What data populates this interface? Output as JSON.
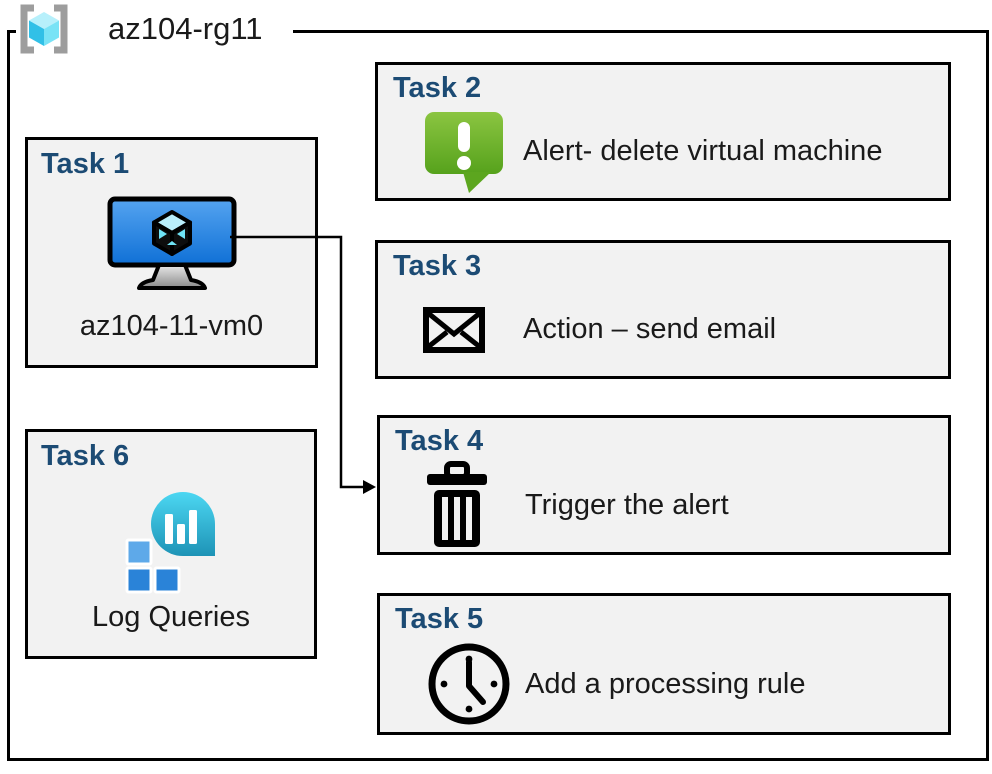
{
  "resource_group": {
    "name": "az104-rg11",
    "icon": "resource-group-icon"
  },
  "tasks": [
    {
      "title": "Task 1",
      "label": "az104-11-vm0",
      "icon": "virtual-machine-icon"
    },
    {
      "title": "Task 2",
      "label": "Alert- delete virtual machine",
      "icon": "alert-bubble-icon"
    },
    {
      "title": "Task 3",
      "label": "Action – send email",
      "icon": "email-envelope-icon"
    },
    {
      "title": "Task 4",
      "label": "Trigger the alert",
      "icon": "trash-icon"
    },
    {
      "title": "Task 5",
      "label": "Add a processing rule",
      "icon": "clock-icon"
    },
    {
      "title": "Task 6",
      "label": "Log Queries",
      "icon": "log-queries-icon"
    }
  ],
  "connector": {
    "description": "elbow arrow from Task 1 virtual machine icon to Task 4 box"
  },
  "colors": {
    "task_title": "#1c4b74",
    "box_fill": "#f2f2f2",
    "border": "#000000",
    "alert_green_top": "#8bc541",
    "alert_green_bottom": "#56a21c",
    "vm_blue_top": "#55a4f0",
    "vm_blue_bottom": "#0f70d6",
    "log_teal_top": "#4cd7f2",
    "log_teal_bottom": "#1e93b6",
    "log_square_light": "#5ea9e9",
    "log_square_dark": "#2a83d8",
    "bracket_gray": "#9d9d9d",
    "cube_cyan_light": "#b7f0fb",
    "cube_cyan_mid": "#79e3f6",
    "cube_cyan_dark": "#31c0e7"
  }
}
